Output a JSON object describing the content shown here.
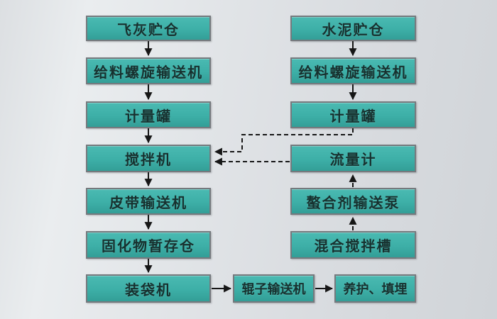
{
  "diagram": {
    "type": "flowchart",
    "title": "",
    "colors": {
      "node_fill": "#3fb2aa",
      "node_border": "#75797d",
      "line": "#161616",
      "text": "#17312f",
      "background_light": "#eaedef",
      "background_dark": "#d0d4d8"
    },
    "nodes": {
      "fly_ash_silo": {
        "label": "飞灰贮仓"
      },
      "feed_screw_conveyor_left": {
        "label": "给料螺旋输送机"
      },
      "measuring_tank_left": {
        "label": "计量罐"
      },
      "mixer": {
        "label": "搅拌机"
      },
      "belt_conveyor": {
        "label": "皮带输送机"
      },
      "solidified_storage_bin": {
        "label": "固化物暂存仓"
      },
      "bagging_machine": {
        "label": "装袋机"
      },
      "cement_silo": {
        "label": "水泥贮仓"
      },
      "feed_screw_conveyor_right": {
        "label": "给料螺旋输送机"
      },
      "measuring_tank_right": {
        "label": "计量罐"
      },
      "flow_meter": {
        "label": "流量计"
      },
      "chelating_agent_pump": {
        "label": "螯合剂输送泵"
      },
      "mixing_tank": {
        "label": "混合搅拌槽"
      },
      "roller_conveyor": {
        "label": "辊子输送机"
      },
      "curing_landfill": {
        "label": "养护、填埋"
      }
    },
    "edges": [
      {
        "from": "fly_ash_silo",
        "to": "feed_screw_conveyor_left",
        "style": "solid"
      },
      {
        "from": "feed_screw_conveyor_left",
        "to": "measuring_tank_left",
        "style": "solid"
      },
      {
        "from": "measuring_tank_left",
        "to": "mixer",
        "style": "solid"
      },
      {
        "from": "mixer",
        "to": "belt_conveyor",
        "style": "solid"
      },
      {
        "from": "belt_conveyor",
        "to": "solidified_storage_bin",
        "style": "solid"
      },
      {
        "from": "solidified_storage_bin",
        "to": "bagging_machine",
        "style": "solid"
      },
      {
        "from": "bagging_machine",
        "to": "roller_conveyor",
        "style": "solid"
      },
      {
        "from": "roller_conveyor",
        "to": "curing_landfill",
        "style": "solid"
      },
      {
        "from": "cement_silo",
        "to": "feed_screw_conveyor_right",
        "style": "solid"
      },
      {
        "from": "feed_screw_conveyor_right",
        "to": "measuring_tank_right",
        "style": "solid"
      },
      {
        "from": "measuring_tank_right",
        "to": "mixer",
        "style": "dashed"
      },
      {
        "from": "flow_meter",
        "to": "mixer",
        "style": "dashed"
      },
      {
        "from": "mixing_tank",
        "to": "chelating_agent_pump",
        "style": "dashed"
      },
      {
        "from": "chelating_agent_pump",
        "to": "flow_meter",
        "style": "dashed"
      }
    ]
  }
}
